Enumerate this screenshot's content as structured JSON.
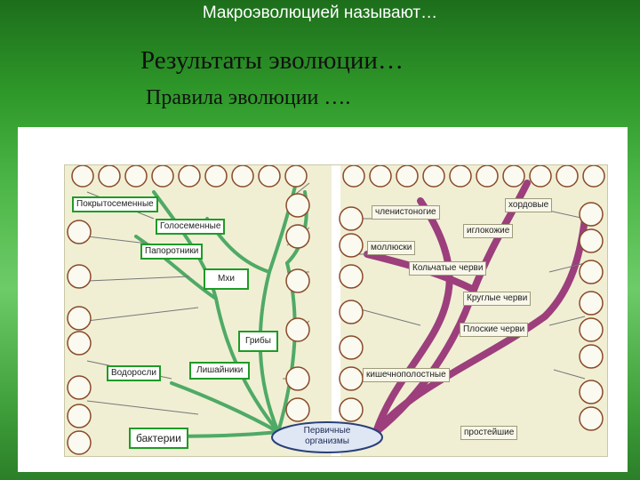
{
  "slide": {
    "heading": "Макроэволюцией называют…",
    "line2": "Результаты эволюции…",
    "line3": "Правила эволюции …."
  },
  "tree": {
    "root": "Первичные организмы",
    "plants": {
      "angiosperms": "Покрытосеменные",
      "gymnosperms": "Голосеменные",
      "ferns": "Папоротники",
      "mosses": "Мхи",
      "fungi": "Грибы",
      "algae": "Водоросли",
      "lichens": "Лишайники",
      "bacteria": "бактерии"
    },
    "animals": {
      "arthropods": "членистоногие",
      "chordates": "хордовые",
      "echinoderms": "иглокожие",
      "molluscs": "моллюски",
      "annelids": "Кольчатые черви",
      "roundworms": "Круглые черви",
      "flatworms": "Плоские черви",
      "coelenterates": "кишечнополостные",
      "protozoa": "простейшие"
    }
  },
  "colors": {
    "background": "#3f9f3a",
    "plant_branch": "#4faa66",
    "animal_branch": "#9c3f7c",
    "label_border": "#1f9b26",
    "organism_ring": "#8a4a2a"
  }
}
